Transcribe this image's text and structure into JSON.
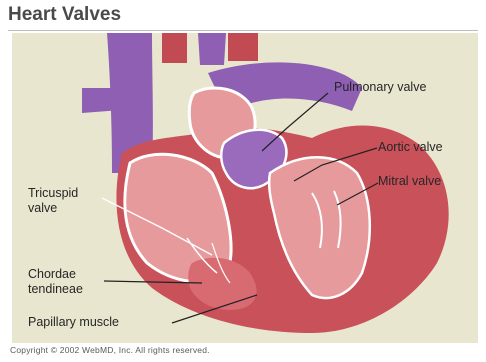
{
  "title": "Heart Valves",
  "labels": {
    "pulmonary": "Pulmonary valve",
    "aortic": "Aortic valve",
    "mitral": "Mitral valve",
    "tricuspid_line1": "Tricuspid",
    "tricuspid_line2": "valve",
    "chordae_line1": "Chordae",
    "chordae_line2": "tendineae",
    "papillary": "Papillary muscle"
  },
  "copyright": "Copyright © 2002 WebMD, Inc. All rights reserved.",
  "colors": {
    "background_panel": "#e9e6cf",
    "heart_red": "#c9515a",
    "chamber_pink": "#e79a9c",
    "vessel_purple": "#8f5fb4"
  }
}
